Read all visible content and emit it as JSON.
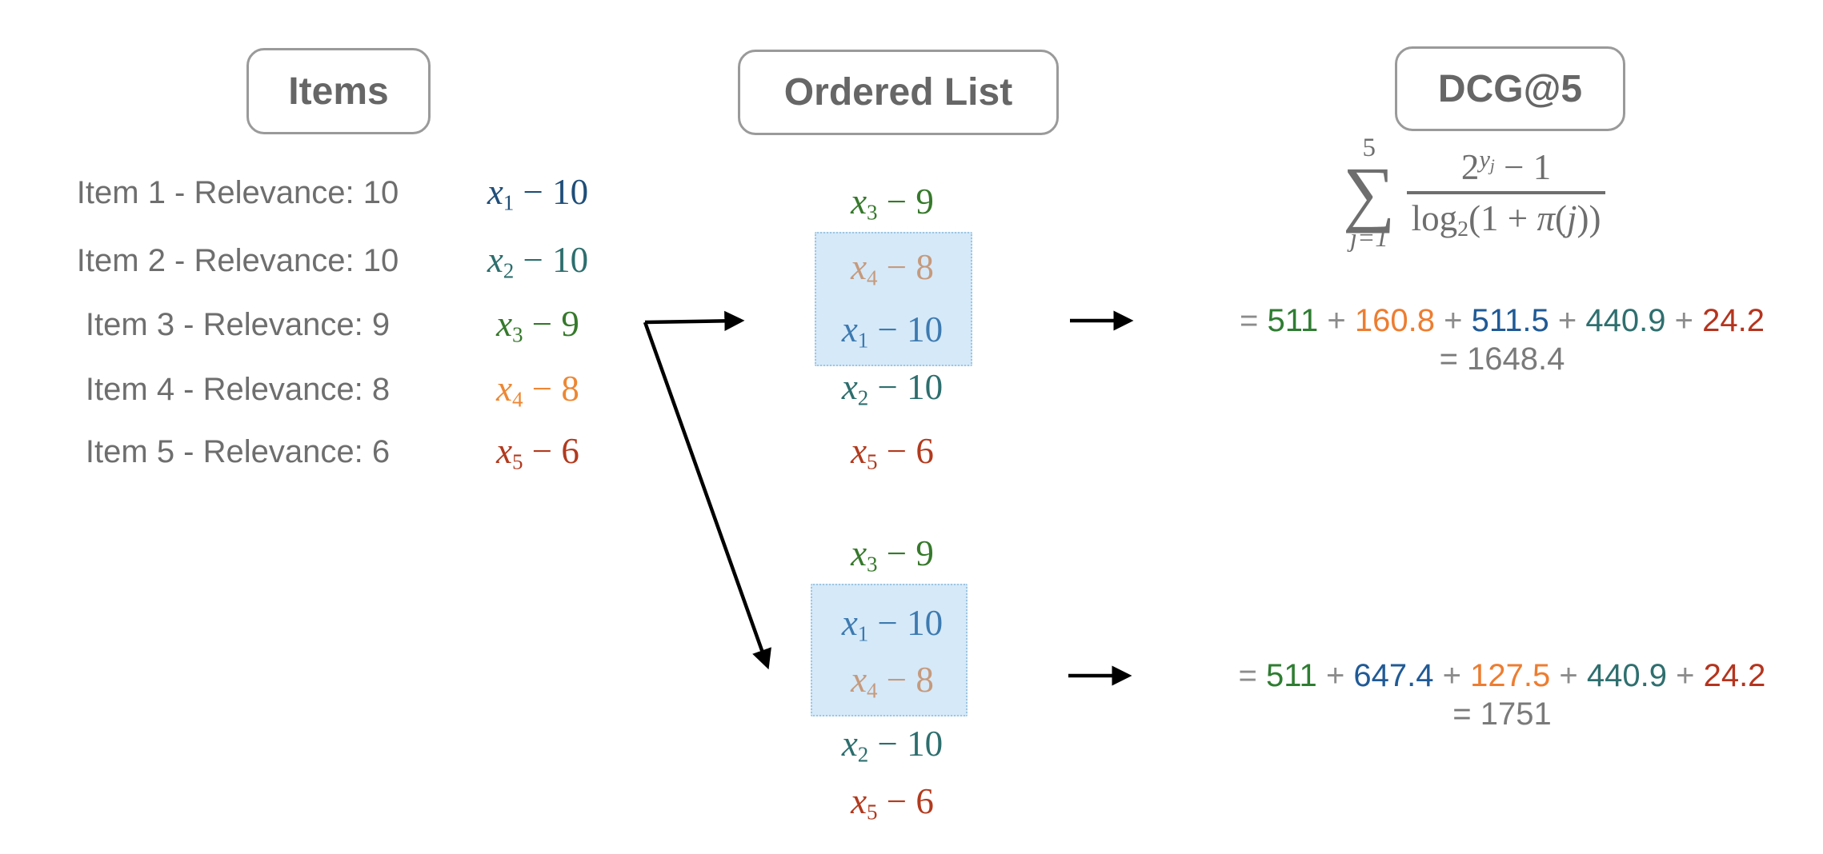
{
  "titles": {
    "items": "Items",
    "ordered_list": "Ordered List",
    "dcg": "DCG@5"
  },
  "items": [
    {
      "label": "Item 1 - Relevance: 10",
      "var": "x",
      "sub": "1",
      "value": "10",
      "color": "#1f4e79"
    },
    {
      "label": "Item 2 - Relevance: 10",
      "var": "x",
      "sub": "2",
      "value": "10",
      "color": "#2d6e6e"
    },
    {
      "label": "Item 3 - Relevance: 9",
      "var": "x",
      "sub": "3",
      "value": "9",
      "color": "#36792b"
    },
    {
      "label": "Item 4 - Relevance: 8",
      "var": "x",
      "sub": "4",
      "value": "8",
      "color": "#ed8733"
    },
    {
      "label": "Item 5 - Relevance: 6",
      "var": "x",
      "sub": "5",
      "value": "6",
      "color": "#b23a1e"
    }
  ],
  "ordered_lists": [
    {
      "entries": [
        {
          "var": "x",
          "sub": "3",
          "value": "9",
          "color": "#36792b",
          "highlighted": false
        },
        {
          "var": "x",
          "sub": "4",
          "value": "8",
          "color": "#c69a7c",
          "highlighted": true
        },
        {
          "var": "x",
          "sub": "1",
          "value": "10",
          "color": "#3d7ab0",
          "highlighted": true
        },
        {
          "var": "x",
          "sub": "2",
          "value": "10",
          "color": "#2d6e6e",
          "highlighted": false
        },
        {
          "var": "x",
          "sub": "5",
          "value": "6",
          "color": "#b23a1e",
          "highlighted": false
        }
      ]
    },
    {
      "entries": [
        {
          "var": "x",
          "sub": "3",
          "value": "9",
          "color": "#36792b",
          "highlighted": false
        },
        {
          "var": "x",
          "sub": "1",
          "value": "10",
          "color": "#3d7ab0",
          "highlighted": true
        },
        {
          "var": "x",
          "sub": "4",
          "value": "8",
          "color": "#c69a7c",
          "highlighted": true
        },
        {
          "var": "x",
          "sub": "2",
          "value": "10",
          "color": "#2d6e6e",
          "highlighted": false
        },
        {
          "var": "x",
          "sub": "5",
          "value": "6",
          "color": "#b23a1e",
          "highlighted": false
        }
      ]
    }
  ],
  "formula": {
    "sum_upper": "5",
    "sum_symbol": "∑",
    "sum_lower_var": "j",
    "sum_lower_rest": "=1",
    "num_base": "2",
    "num_exp_var": "y",
    "num_exp_sub": "j",
    "num_tail": " − 1",
    "den_log": "log",
    "den_log_sub": "2",
    "den_open": "(1 + ",
    "den_pi": "π",
    "den_paren": "(",
    "den_j": "j",
    "den_close": "))"
  },
  "equations": [
    {
      "terms": [
        {
          "text": "=",
          "color": "#8c8c8c"
        },
        {
          "text": "511",
          "color": "#2e7d32"
        },
        {
          "text": "+",
          "color": "#8c8c8c"
        },
        {
          "text": "160.8",
          "color": "#ed7d31"
        },
        {
          "text": "+",
          "color": "#8c8c8c"
        },
        {
          "text": "511.5",
          "color": "#205a96"
        },
        {
          "text": "+",
          "color": "#8c8c8c"
        },
        {
          "text": "440.9",
          "color": "#2f6f6f"
        },
        {
          "text": "+",
          "color": "#8c8c8c"
        },
        {
          "text": "24.2",
          "color": "#b5341e"
        }
      ],
      "total": "= 1648.4"
    },
    {
      "terms": [
        {
          "text": "=",
          "color": "#8c8c8c"
        },
        {
          "text": "511",
          "color": "#2e7d32"
        },
        {
          "text": "+",
          "color": "#8c8c8c"
        },
        {
          "text": "647.4",
          "color": "#205a96"
        },
        {
          "text": "+",
          "color": "#8c8c8c"
        },
        {
          "text": "127.5",
          "color": "#ed7d31"
        },
        {
          "text": "+",
          "color": "#8c8c8c"
        },
        {
          "text": "440.9",
          "color": "#2f6f6f"
        },
        {
          "text": "+",
          "color": "#8c8c8c"
        },
        {
          "text": "24.2",
          "color": "#b5341e"
        }
      ],
      "total": "= 1751"
    }
  ],
  "colors": {
    "highlight_bg": "#d5e9f9",
    "highlight_border": "#9ec6e2",
    "box_border": "#9a9a9a",
    "label_gray": "#6e6e6e",
    "arrow_black": "#000000"
  }
}
